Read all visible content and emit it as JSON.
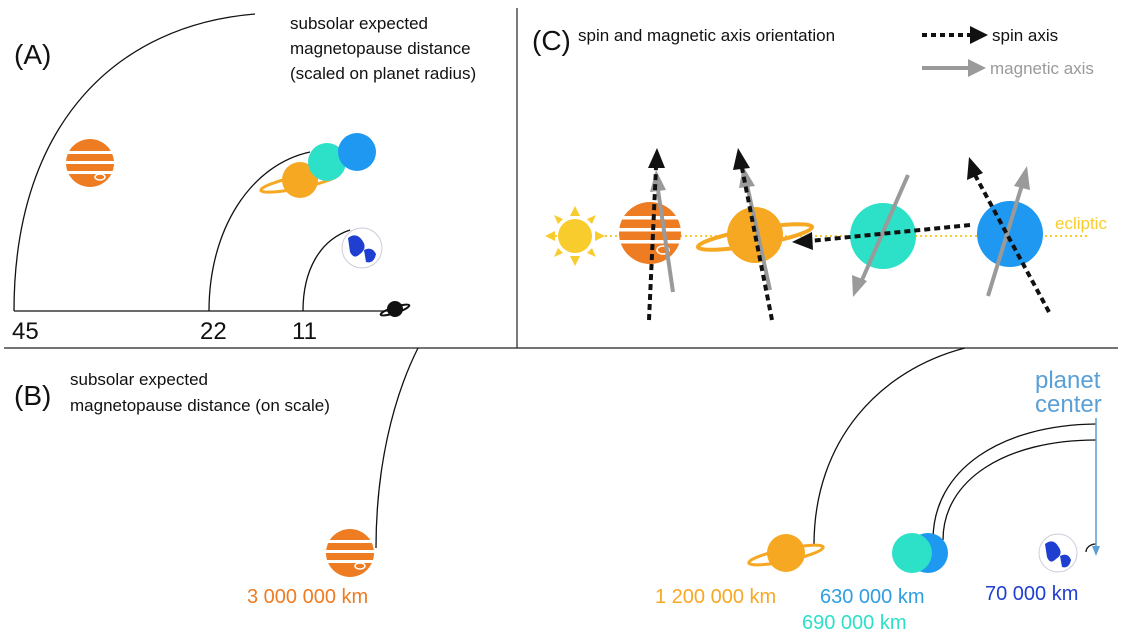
{
  "panel_a": {
    "label": "(A)",
    "title_line1": "subsolar expected",
    "title_line2": "magnetopause distance",
    "title_line3": "(scaled on planet radius)",
    "ticks": [
      "45",
      "22",
      "11"
    ]
  },
  "panel_b": {
    "label": "(B)",
    "title_line1": "subsolar expected",
    "title_line2": "magnetopause distance (on scale)",
    "planet_center_line1": "planet",
    "planet_center_line2": "center",
    "distances": [
      "3 000 000 km",
      "1 200 000 km",
      "630 000 km",
      "690 000 km",
      "70 000 km"
    ]
  },
  "panel_c": {
    "label": "(C)",
    "title": "spin and magnetic axis orientation",
    "legend_spin": "spin axis",
    "legend_magnetic": "magnetic axis",
    "ecliptic": "ecliptic"
  },
  "colors": {
    "jupiter": "#EE7C22",
    "saturn": "#F7A823",
    "uranus": "#2DE0C8",
    "neptune": "#1E98F0",
    "earth": "#1F3FD0",
    "sun": "#F9CC2E",
    "magnetic": "#9A9A9A",
    "planet_center": "#5A9FD6",
    "distance_630": "#2D9FE0"
  }
}
